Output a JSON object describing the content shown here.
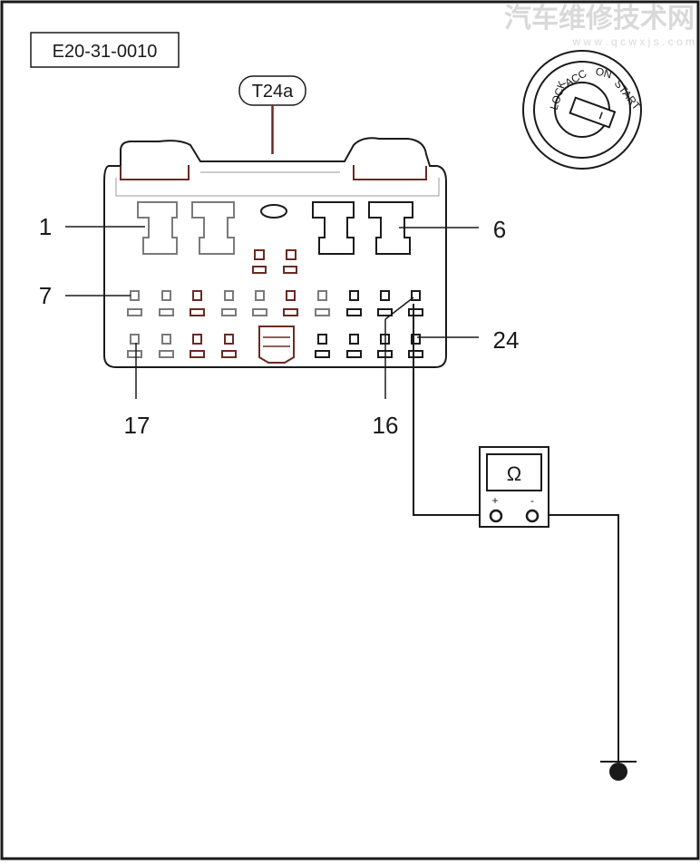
{
  "figure_id": "E20-31-0010",
  "connector_label": "T24a",
  "watermark": "汽车维修技术网",
  "watermark_url": "w w w . q c w x j s . c o m",
  "ignition_switch": {
    "positions": [
      "LOCK",
      "ACC",
      "ON",
      "START"
    ]
  },
  "pin_labels": {
    "pin1": "1",
    "pin6": "6",
    "pin7": "7",
    "pin24": "24",
    "pin17": "17",
    "pin16": "16"
  },
  "meter": {
    "symbol": "Ω",
    "plus": "+",
    "minus": "-"
  },
  "colors": {
    "line": "#1a1a1a",
    "pin_dark": "#6b2a22",
    "pin_gray": "#7a7a7a",
    "watermark": "#d9d9d9"
  }
}
